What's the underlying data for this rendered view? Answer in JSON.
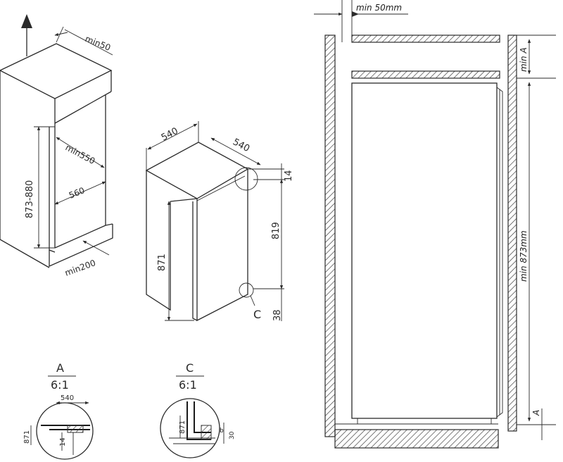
{
  "niche_3d": {
    "top_clearance": "min50",
    "height_range": "873-880",
    "depth_min": "min550",
    "width": "560",
    "bottom_vent": "min200"
  },
  "appliance_3d": {
    "width": "540",
    "depth": "540",
    "top_offset": "14",
    "body_height": "871",
    "door_span": "819",
    "bottom_offset": "38",
    "detail_marker": "C"
  },
  "detail_a": {
    "label": "A",
    "scale": "6:1",
    "dim_width": "540",
    "dim_height": "871",
    "dim_gap": "14"
  },
  "detail_c": {
    "label": "C",
    "scale": "6:1",
    "dim_height": "871",
    "dim_offset": "30"
  },
  "section": {
    "top_gap": "min 50mm",
    "min_a": "min A",
    "min_height": "min 873mm",
    "a_label": "A"
  }
}
